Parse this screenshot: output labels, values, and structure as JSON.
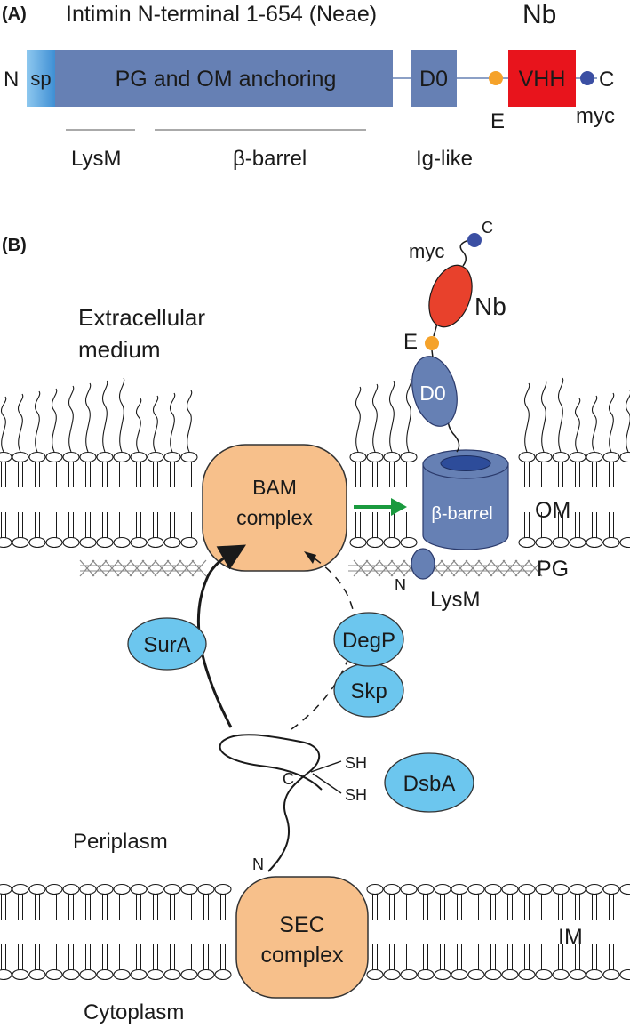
{
  "panel_a": {
    "panel_label": "(A)",
    "title": "Intimin N-terminal 1-654 (Neae)",
    "nb_label": "Nb",
    "n_terminus": "N",
    "c_terminus": "C",
    "domain_sp": "sp",
    "domain_pg_om": "PG and OM anchoring",
    "domain_d0": "D0",
    "domain_vhh": "VHH",
    "e_tag": "E",
    "myc_tag": "myc",
    "region_lysm": "LysM",
    "region_beta_barrel": "β-barrel",
    "region_ig_like": "Ig-like"
  },
  "panel_b": {
    "panel_label": "(B)",
    "extracellular_line1": "Extracellular",
    "extracellular_line2": "medium",
    "myc": "myc",
    "c_top": "C",
    "nb": "Nb",
    "e_tag": "E",
    "d0": "D0",
    "beta_barrel": "β-barrel",
    "lysm": "LysM",
    "n_lysm": "N",
    "om": "OM",
    "pg": "PG",
    "bam_line1": "BAM",
    "bam_line2": "complex",
    "sura": "SurA",
    "degp": "DegP",
    "skp": "Skp",
    "dsba": "DsbA",
    "sh1": "SH",
    "sh2": "SH",
    "c_mid": "C",
    "n_mid": "N",
    "periplasm": "Periplasm",
    "sec_line1": "SEC",
    "sec_line2": "complex",
    "im": "IM",
    "cytoplasm": "Cytoplasm"
  },
  "colors": {
    "domain_blue": "#6680b4",
    "vhh_red": "#e8141c",
    "nb_red": "#e8412c",
    "tag_orange": "#f5a22a",
    "myc_blue": "#3b4fa3",
    "chaperone_blue": "#6cc6ee",
    "complex_orange": "#f7c08b",
    "arrow_green": "#1a9a3e"
  }
}
